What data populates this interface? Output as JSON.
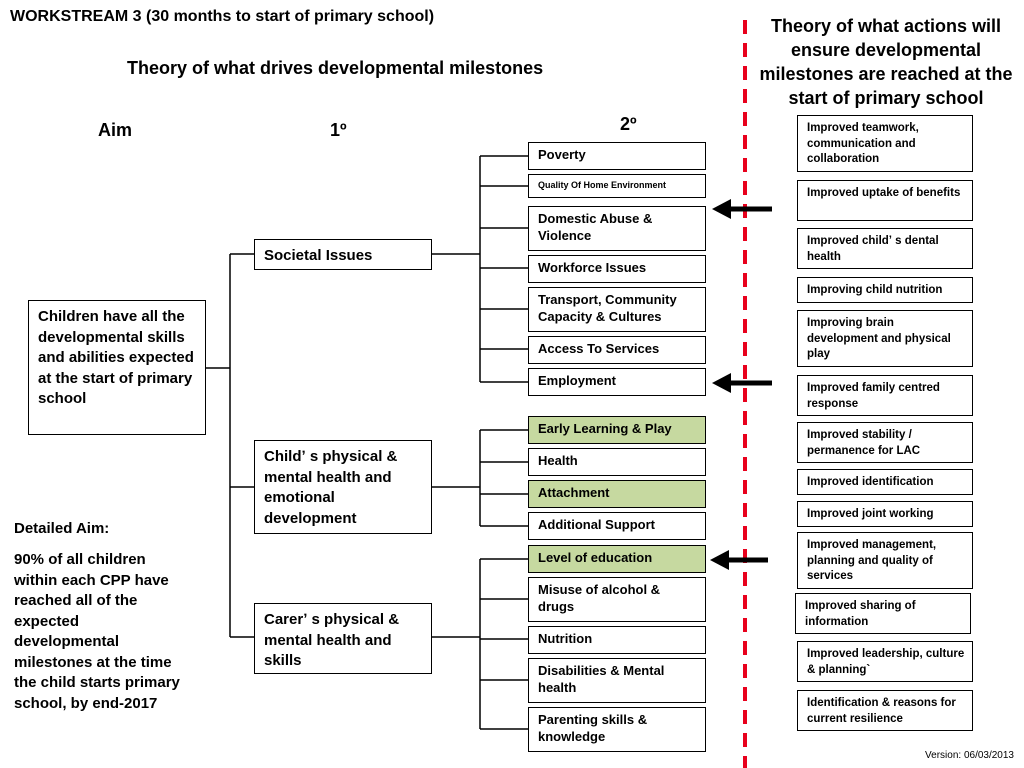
{
  "header": {
    "workstream": "WORKSTREAM 3 (30 months to start of primary school)",
    "theory_title": "Theory of what drives developmental milestones",
    "actions_title": "Theory of what actions will ensure developmental milestones are reached at the start of primary school"
  },
  "columns": {
    "aim": "Aim",
    "primary": "1º",
    "secondary": "2º"
  },
  "aim_box": "Children have all the developmental skills and abilities expected at the start of primary school",
  "primary_drivers": [
    "Societal Issues",
    "Childʼ s physical & mental health and emotional development",
    "Carerʼ s physical & mental health and skills"
  ],
  "secondary_drivers": [
    "Poverty",
    "Quality Of Home Environment",
    "Domestic Abuse & Violence",
    "Workforce Issues",
    "Transport, Community Capacity & Cultures",
    "Access To Services",
    "Employment",
    "Early Learning & Play",
    "Health",
    "Attachment",
    "Additional Support",
    "Level of education",
    "Misuse of alcohol & drugs",
    "Nutrition",
    "Disabilities & Mental health",
    "Parenting skills & knowledge"
  ],
  "actions": [
    "Improved teamwork, communication and collaboration",
    "Improved uptake of benefits",
    "Improved childʼ s dental health",
    "Improving child nutrition",
    "Improving brain development and physical play",
    "Improved family centred response",
    "Improved stability / permanence for LAC",
    "Improved identification",
    "Improved joint working",
    "Improved management, planning and quality of services",
    "Improved sharing of information",
    "Improved leadership, culture & planning`",
    "Identification & reasons for current resilience"
  ],
  "detailed_aim": {
    "label": "Detailed Aim:",
    "text": "90% of all children within each CPP have reached all of the expected developmental milestones at the time the child starts primary school, by end-2017"
  },
  "version": "Version:  06/03/2013",
  "colors": {
    "highlight_green": "#c6d9a0",
    "divider_red": "#e8001c"
  }
}
